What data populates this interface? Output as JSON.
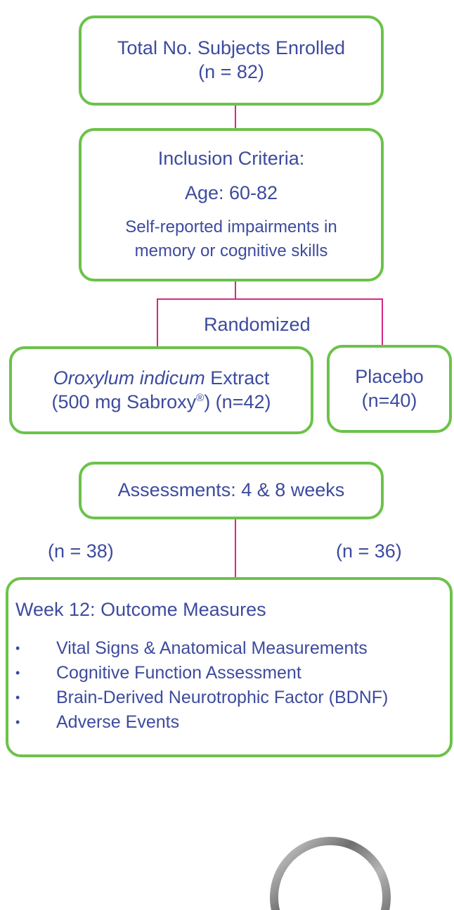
{
  "enrolled": {
    "title": "Total No. Subjects Enrolled",
    "count": "(n = 82)"
  },
  "inclusion": {
    "heading": "Inclusion Criteria:",
    "age": "Age: 60-82",
    "line1": "Self-reported impairments in",
    "line2": "memory or cognitive skills"
  },
  "randomized": "Randomized",
  "treatment": {
    "species": "Oroxylum indicum",
    "extract": " Extract",
    "dose_prefix": "(500 mg Sabroxy",
    "registered": "®",
    "dose_suffix": ") (n=42)"
  },
  "placebo": {
    "label": "Placebo",
    "count": "(n=40)"
  },
  "assessments": "Assessments: 4 & 8 weeks",
  "counts": {
    "left": "(n = 38)",
    "right": "(n = 36)"
  },
  "outcomes": {
    "title": "Week 12: Outcome Measures",
    "bullet": "•",
    "items": [
      "Vital Signs & Anatomical Measurements",
      "Cognitive Function Assessment",
      "Brain-Derived Neurotrophic Factor (BDNF)",
      "Adverse Events"
    ]
  },
  "colors": {
    "box_border": "#6cc24a",
    "connector": "#d6287f",
    "text": "#3d4b9e"
  }
}
